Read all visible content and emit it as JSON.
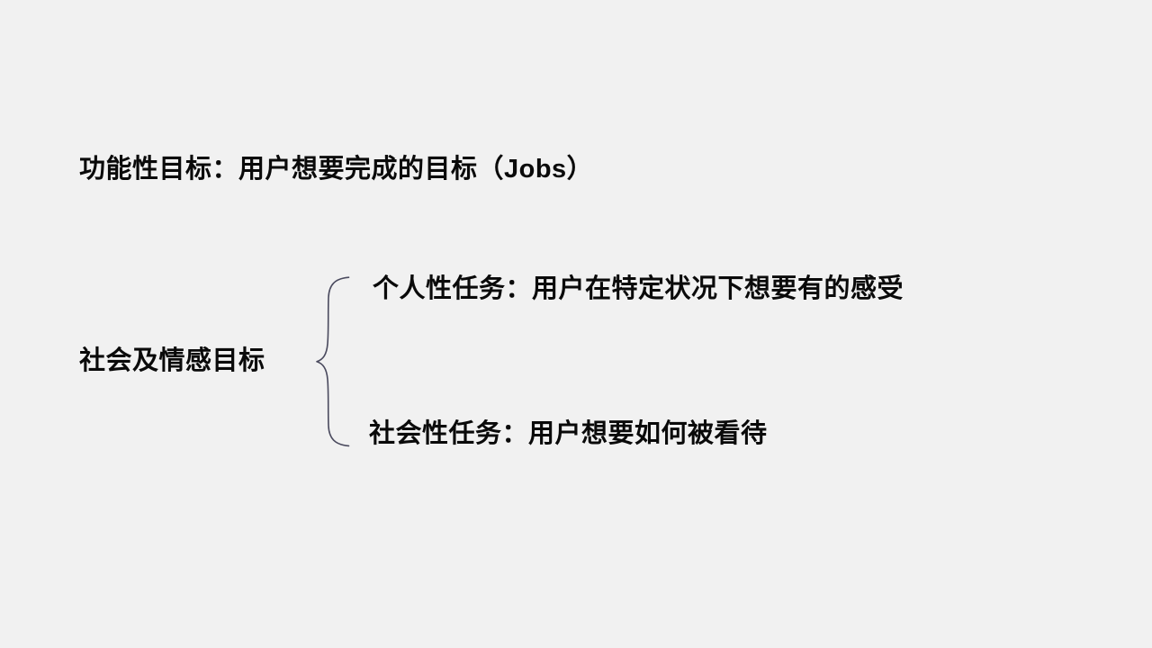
{
  "slide": {
    "background_color": "#f1f1f1",
    "text_color": "#0a0a0a",
    "brace_color": "#4a4a5e"
  },
  "content": {
    "functional_goal": "功能性目标：用户想要完成的目标（Jobs）",
    "social_emotional_goal": "社会及情感目标",
    "branches": [
      {
        "label": "个人性任务：用户在特定状况下想要有的感受"
      },
      {
        "label": "社会性任务：用户想要如何被看待"
      }
    ]
  }
}
